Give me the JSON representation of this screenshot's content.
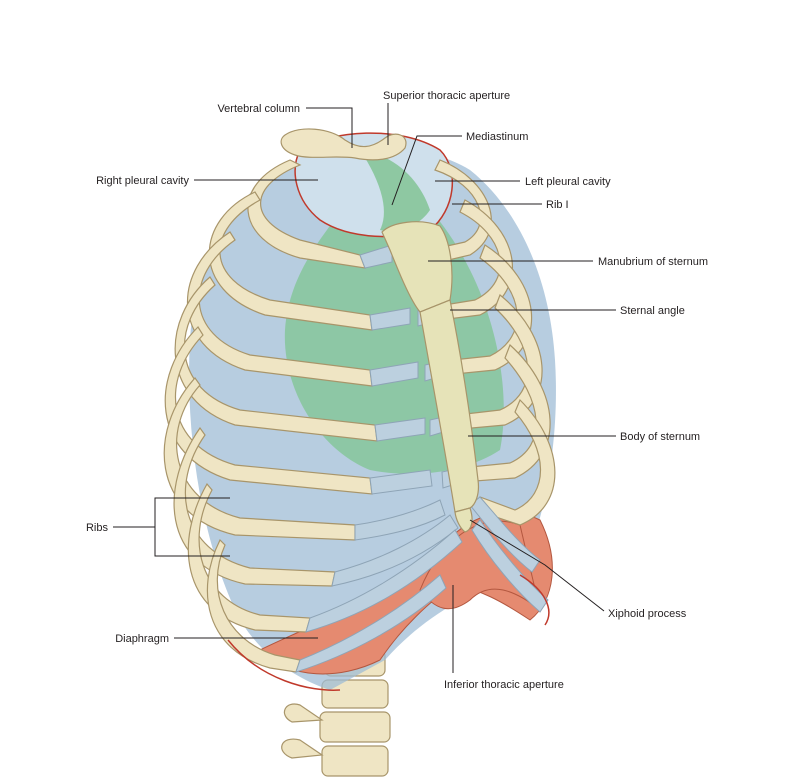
{
  "figure": {
    "labels": {
      "vertebral_column": "Vertebral column",
      "superior_thoracic_aperture": "Superior thoracic aperture",
      "mediastinum": "Mediastinum",
      "right_pleural_cavity": "Right pleural cavity",
      "left_pleural_cavity": "Left pleural cavity",
      "rib_i": "Rib I",
      "manubrium_of_sternum": "Manubrium of sternum",
      "sternal_angle": "Sternal angle",
      "body_of_sternum": "Body of sternum",
      "ribs": "Ribs",
      "xiphoid_process": "Xiphoid process",
      "diaphragm": "Diaphragm",
      "inferior_thoracic_aperture": "Inferior thoracic aperture"
    },
    "colors": {
      "bone": "#efe5c4",
      "costal_cartilage": "#bcd0df",
      "pleural_cavity": "#9fbcd6",
      "mediastinum": "#86c59a",
      "diaphragm": "#e58a70",
      "outline": "#c0392b"
    }
  }
}
